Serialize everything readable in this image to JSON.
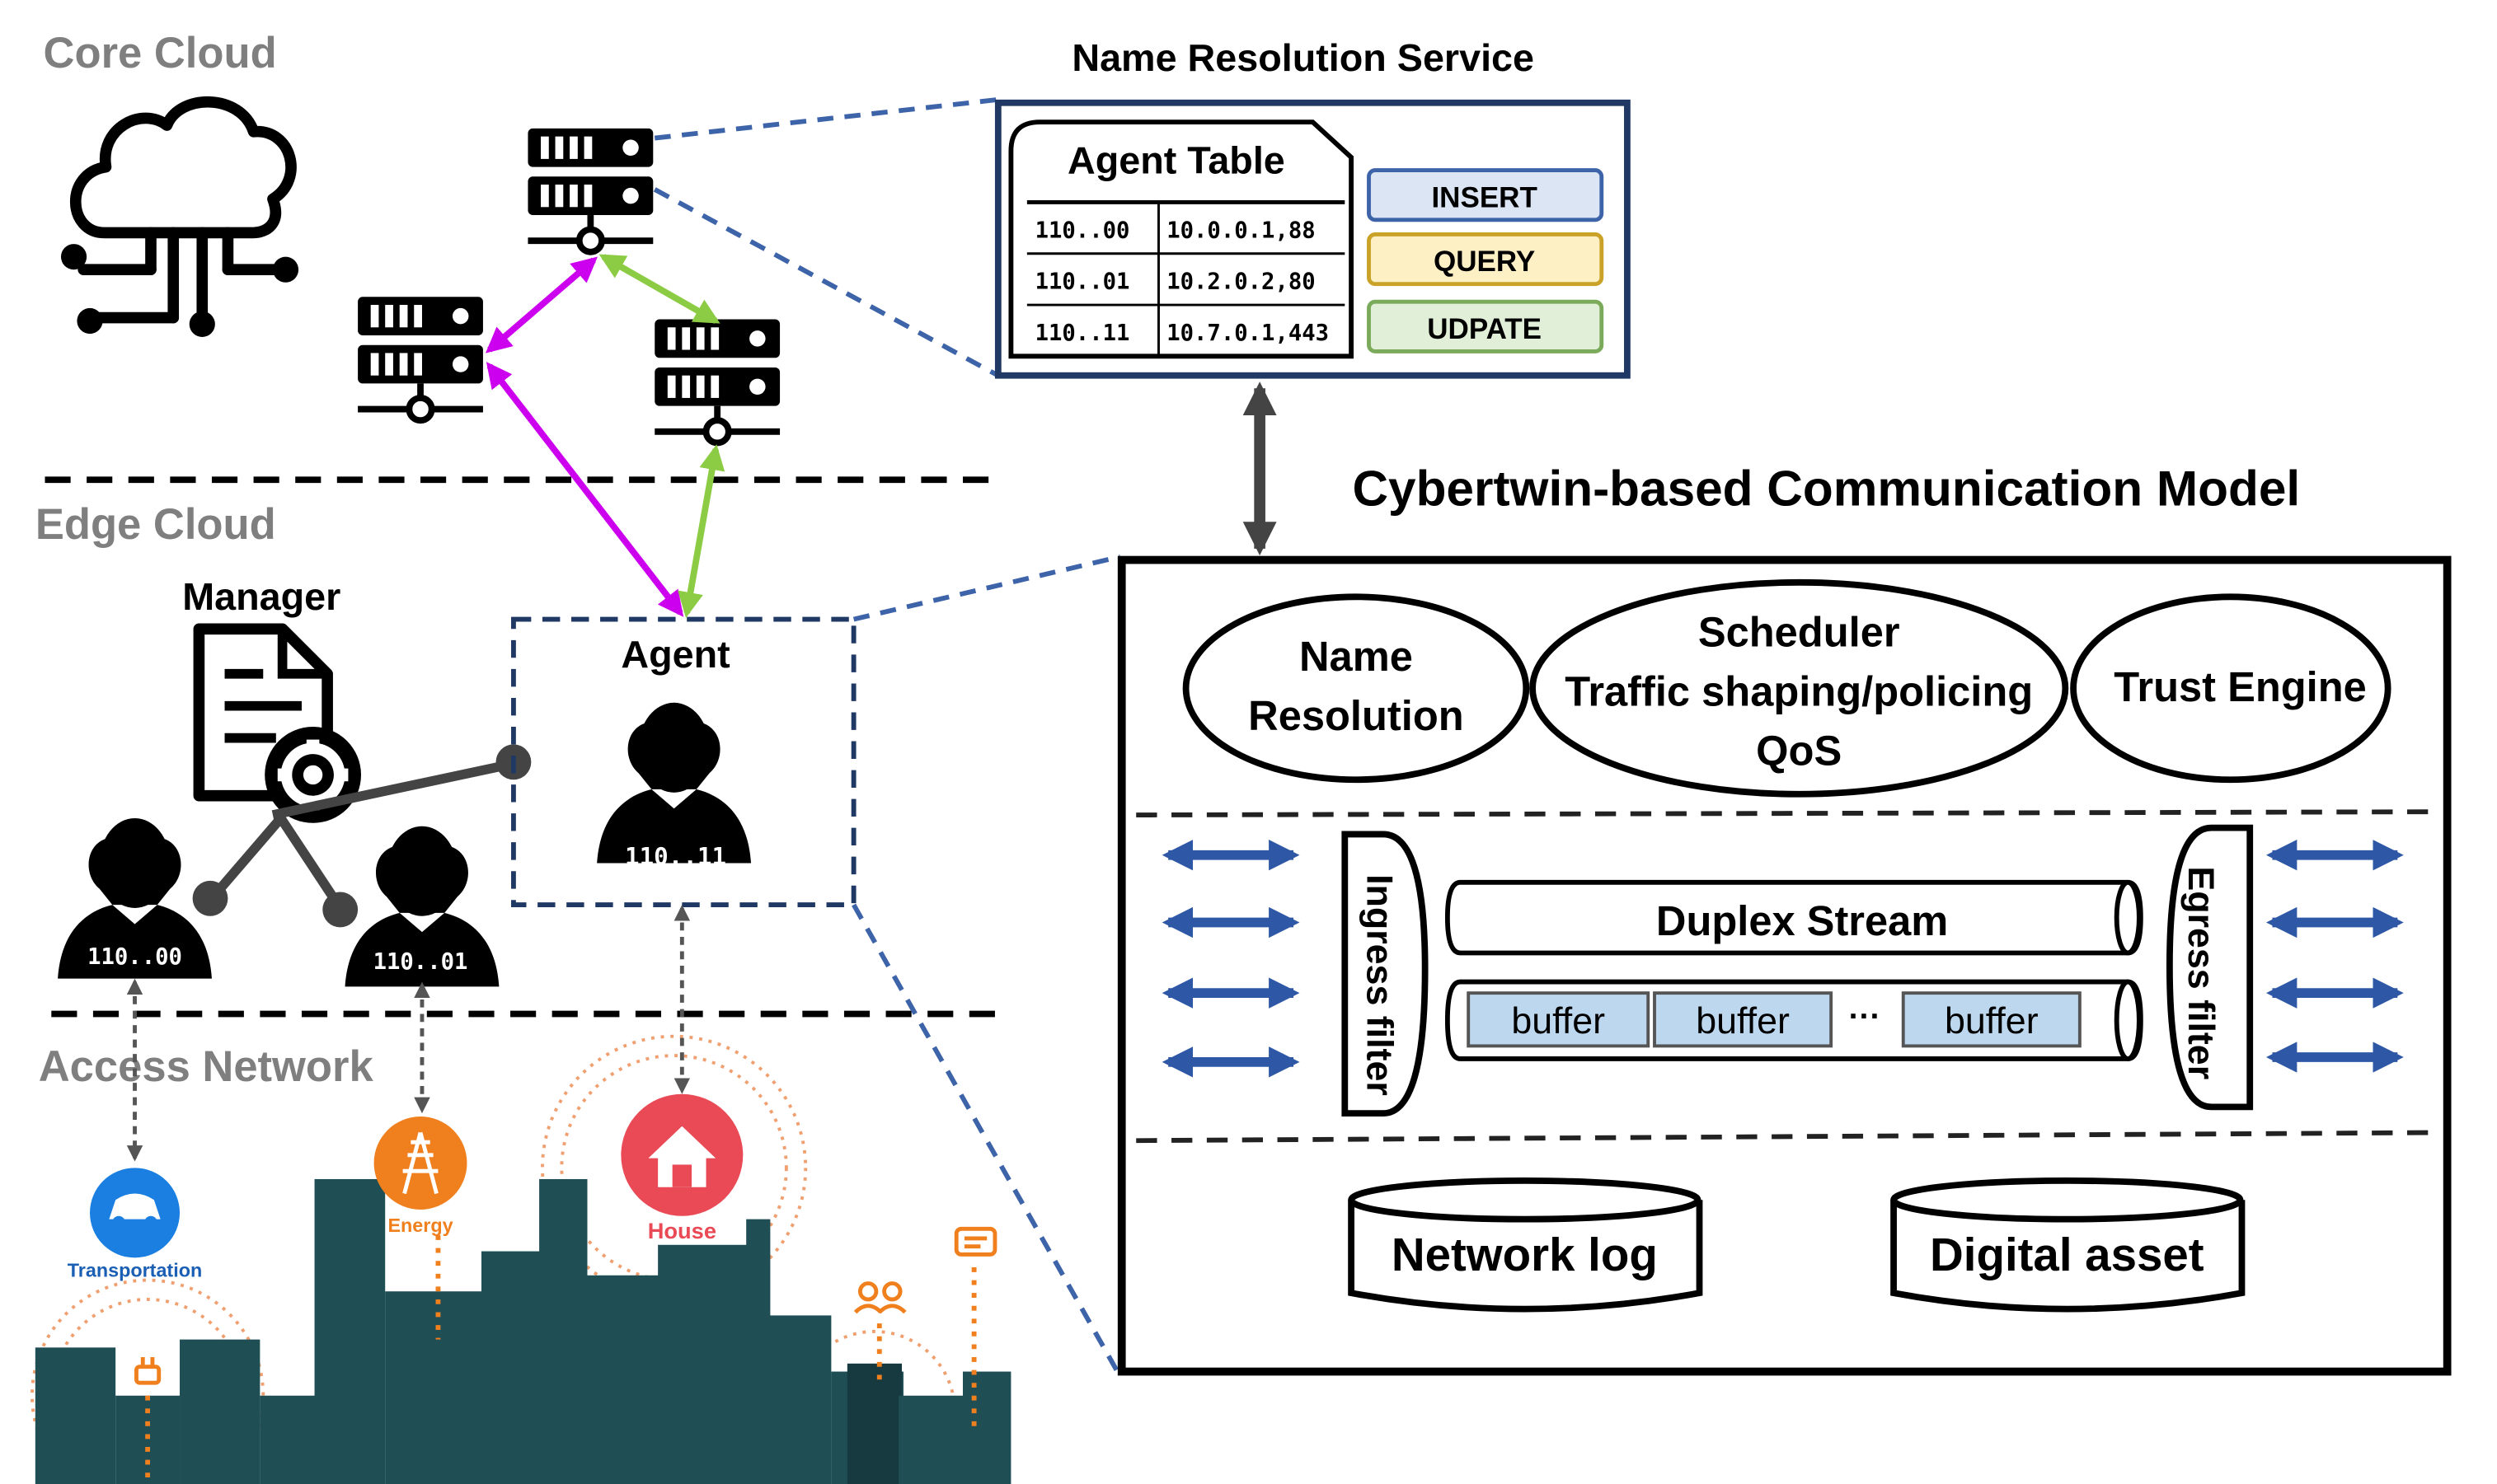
{
  "layers": {
    "core_cloud": "Core Cloud",
    "edge_cloud": "Edge Cloud",
    "access_network": "Access Network"
  },
  "name_resolution_service": {
    "title": "Name Resolution Service",
    "table_title": "Agent Table",
    "rows": [
      {
        "id": "110..00",
        "addr": "10.0.0.1,88"
      },
      {
        "id": "110..01",
        "addr": "10.2.0.2,80"
      },
      {
        "id": "110..11",
        "addr": "10.7.0.1,443"
      }
    ],
    "ops": [
      {
        "label": "INSERT",
        "color": "#dbe5f3"
      },
      {
        "label": "QUERY",
        "color": "#fdf0c4"
      },
      {
        "label": "UDPATE",
        "color": "#e1efd9"
      }
    ]
  },
  "edge": {
    "manager": "Manager",
    "agent": "Agent",
    "agent_id": "110..11",
    "user1_id": "110..00",
    "user2_id": "110..01"
  },
  "access": {
    "transportation": "Transportation",
    "energy": "Energy",
    "house": "House"
  },
  "model": {
    "title": "Cybertwin-based Communication Model",
    "name_resolution_1": "Name",
    "name_resolution_2": "Resolution",
    "scheduler_1": "Scheduler",
    "scheduler_2": "Traffic shaping/policing",
    "scheduler_3": "QoS",
    "trust_engine": "Trust Engine",
    "ingress": "Ingress filter",
    "egress": "Egress filter",
    "duplex": "Duplex Stream",
    "buffer": "buffer",
    "ellipsis": "···",
    "network_log": "Network log",
    "digital_asset": "Digital asset"
  },
  "colors": {
    "magenta": "#cc00ee",
    "green": "#8ccc44",
    "dash_blue": "#3d63a8",
    "grey_label": "#7f7f7f",
    "buffer_fill": "#bdd7ee",
    "arrow_blue": "#2e58a6",
    "city_teal": "#1f4e55",
    "orange": "#f07f1e"
  }
}
